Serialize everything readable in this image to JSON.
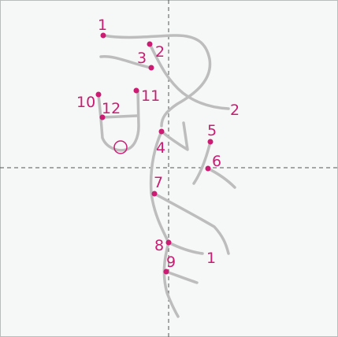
{
  "diagram": {
    "colors": {
      "background": "#f5f8f7",
      "border": "#b9bdbc",
      "guide": "#555555",
      "stroke": "#bdbdbd",
      "marker": "#cc1b73"
    },
    "labels": [
      {
        "id": "label-1-top",
        "text": "1"
      },
      {
        "id": "label-2-top",
        "text": "2"
      },
      {
        "id": "label-3",
        "text": "3"
      },
      {
        "id": "label-2-right",
        "text": "2"
      },
      {
        "id": "label-10",
        "text": "10"
      },
      {
        "id": "label-11",
        "text": "11"
      },
      {
        "id": "label-12",
        "text": "12"
      },
      {
        "id": "label-4",
        "text": "4"
      },
      {
        "id": "label-5",
        "text": "5"
      },
      {
        "id": "label-6",
        "text": "6"
      },
      {
        "id": "label-7",
        "text": "7"
      },
      {
        "id": "label-8",
        "text": "8"
      },
      {
        "id": "label-9",
        "text": "9"
      },
      {
        "id": "label-1-bottom",
        "text": "1"
      }
    ]
  }
}
